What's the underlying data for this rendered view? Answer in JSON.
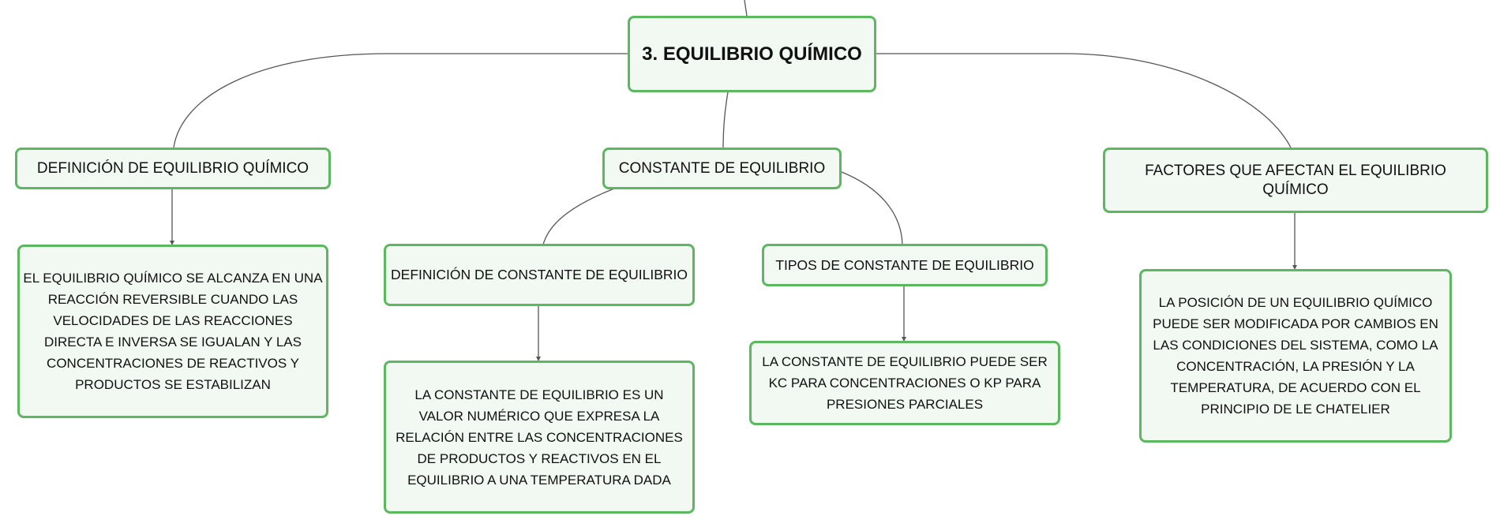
{
  "root": {
    "label": "3. EQUILIBRIO QUÍMICO"
  },
  "branches": {
    "definicion": {
      "title": "DEFINICIÓN DE EQUILIBRIO QUÍMICO",
      "detail": "EL EQUILIBRIO QUÍMICO SE ALCANZA EN UNA REACCIÓN REVERSIBLE CUANDO LAS VELOCIDADES DE LAS REACCIONES DIRECTA E INVERSA SE IGUALAN Y LAS CONCENTRACIONES DE REACTIVOS Y PRODUCTOS SE ESTABILIZAN"
    },
    "constante": {
      "title": "CONSTANTE DE EQUILIBRIO",
      "definicion_title": "DEFINICIÓN DE CONSTANTE DE EQUILIBRIO",
      "definicion_detail": "LA CONSTANTE DE EQUILIBRIO ES UN VALOR NUMÉRICO QUE EXPRESA LA RELACIÓN ENTRE LAS CONCENTRACIONES DE PRODUCTOS Y REACTIVOS EN EL EQUILIBRIO A UNA TEMPERATURA DADA",
      "tipos_title": "TIPOS DE CONSTANTE DE EQUILIBRIO",
      "tipos_detail": "LA CONSTANTE DE EQUILIBRIO PUEDE SER KC PARA CONCENTRACIONES O KP PARA PRESIONES PARCIALES"
    },
    "factores": {
      "title": "FACTORES QUE AFECTAN EL EQUILIBRIO QUÍMICO",
      "detail": "LA POSICIÓN DE UN EQUILIBRIO QUÍMICO PUEDE SER MODIFICADA POR CAMBIOS EN LAS CONDICIONES DEL SISTEMA, COMO LA CONCENTRACIÓN, LA PRESIÓN Y LA TEMPERATURA, DE ACUERDO CON EL PRINCIPIO DE LE CHATELIER"
    }
  },
  "colors": {
    "node_border": "#5cb85f",
    "node_fill": "#f1f9f2",
    "connector": "#555555",
    "text": "#111111"
  }
}
